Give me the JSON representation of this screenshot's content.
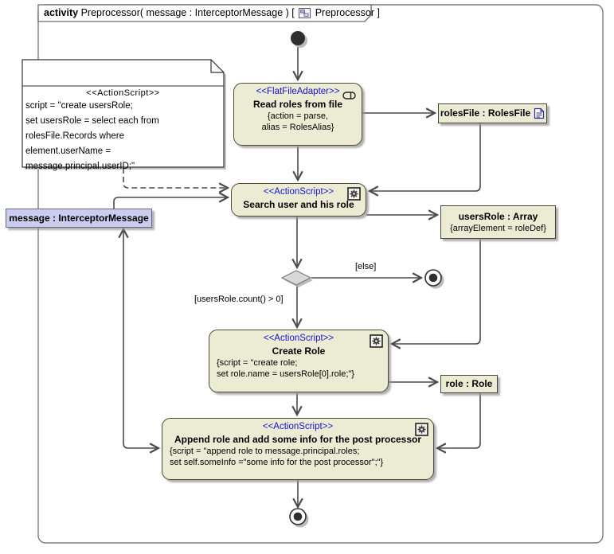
{
  "frame": {
    "keyword": "activity",
    "title_middle": " Preprocessor( message : InterceptorMessage ) [ ",
    "title_suffix": " Preprocessor ]"
  },
  "note": {
    "stereotype": "<<ActionScript>>",
    "lines": [
      "script = \"create usersRole;",
      "set usersRole = select each from",
      "rolesFile.Records where",
      "element.userName =",
      "message.principal.userID;\""
    ]
  },
  "nodes": {
    "read_roles": {
      "stereotype": "<<FlatFileAdapter>>",
      "name": "Read roles from file",
      "props": [
        "{action = parse,",
        "alias = RolesAlias}"
      ]
    },
    "search_user": {
      "stereotype": "<<ActionScript>>",
      "name": "Search user and his role"
    },
    "create_role": {
      "stereotype": "<<ActionScript>>",
      "name": "Create Role",
      "props": [
        "{script = \"create role;",
        "set role.name = usersRole[0].role;\"}"
      ]
    },
    "append_role": {
      "stereotype": "<<ActionScript>>",
      "name": "Append role and add some info for the post processor",
      "props": [
        "{script = \"append role to message.principal.roles;",
        "set self.someInfo =\"some info for the post processor\";\"}"
      ]
    }
  },
  "objects": {
    "roles_file": {
      "name": "rolesFile : RolesFile"
    },
    "users_role": {
      "name": "usersRole : Array",
      "props": "{arrayElement = roleDef}"
    },
    "role": {
      "name": "role : Role"
    },
    "message": {
      "name": "message : InterceptorMessage"
    }
  },
  "edges": {
    "else_guard": "[else]",
    "count_guard": "[usersRole.count() > 0]"
  },
  "icons": {
    "frame": "diagram-icon",
    "read_roles_badge": "adapter-pill-icon",
    "action_badge": "gear-icon",
    "roles_file_badge": "document-icon"
  },
  "colors": {
    "action_fill": "#ECECD4",
    "action_border": "#4B4B33",
    "object_fill": "#ECECD4",
    "message_fill": "#CCCCEE",
    "message_border": "#666688",
    "stereotype_text": "#1414CC",
    "edge": "#4A4A4A",
    "decision_fill": "#D8D8D8",
    "note_fill": "#FFFFFF",
    "shadow": "#B8B8B8"
  }
}
